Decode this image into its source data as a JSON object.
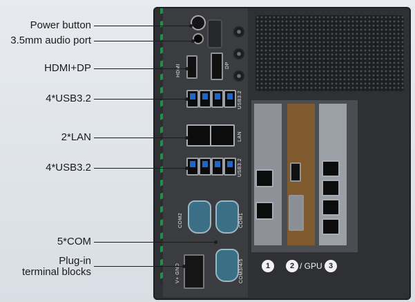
{
  "callouts": [
    {
      "id": "power",
      "label": "Power button"
    },
    {
      "id": "audio",
      "label": "3.5mm audio port"
    },
    {
      "id": "hdmi",
      "label": "HDMI+DP"
    },
    {
      "id": "usb1",
      "label": "4*USB3.2"
    },
    {
      "id": "lan",
      "label": "2*LAN"
    },
    {
      "id": "usb2",
      "label": "4*USB3.2"
    },
    {
      "id": "com",
      "label": "5*COM"
    },
    {
      "id": "term1",
      "label": "Plug-in"
    },
    {
      "id": "term2",
      "label": "terminal blocks"
    }
  ],
  "panel_labels": {
    "hdmi": "HDMI",
    "dp": "DP",
    "usb_a": "USB3.2",
    "usb_b": "USB3.2",
    "lan": "LAN",
    "com2": "COM2",
    "com1": "COM1",
    "com345": "COM3/4/5",
    "terminal": "V+ GND"
  },
  "slots": [
    "1",
    "2",
    "3"
  ],
  "gpu_label": "/ GPU",
  "colors": {
    "accent_stripe": "#1f8f4a",
    "panel": "#2e3033",
    "com_port": "#3b6f86",
    "usb_tongue": "#1e66c8"
  }
}
